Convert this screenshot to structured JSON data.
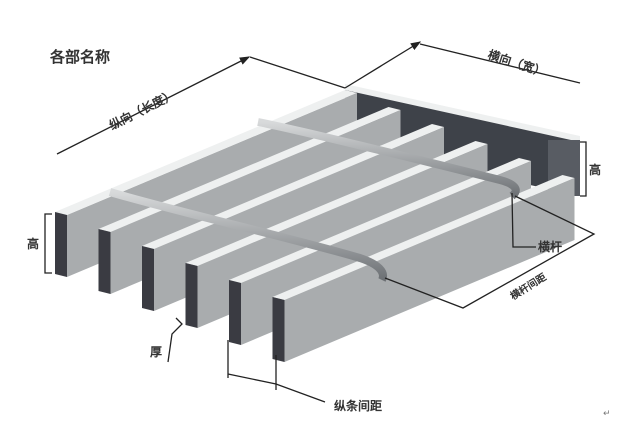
{
  "title": "各部名称",
  "labels": {
    "longitudinal": "纵向（长度）",
    "transverse": "横向（宽）",
    "height_right": "高",
    "height_left": "高",
    "cross_bar": "横杆",
    "cross_bar_spacing": "横杆间距",
    "thickness": "厚",
    "bearing_bar_spacing": "纵条间距",
    "return_mark": "↵"
  },
  "colors": {
    "bar_side": "#a9acae",
    "bar_top": "#eef0f0",
    "bar_front": "#3a3b42",
    "line": "#222222"
  }
}
